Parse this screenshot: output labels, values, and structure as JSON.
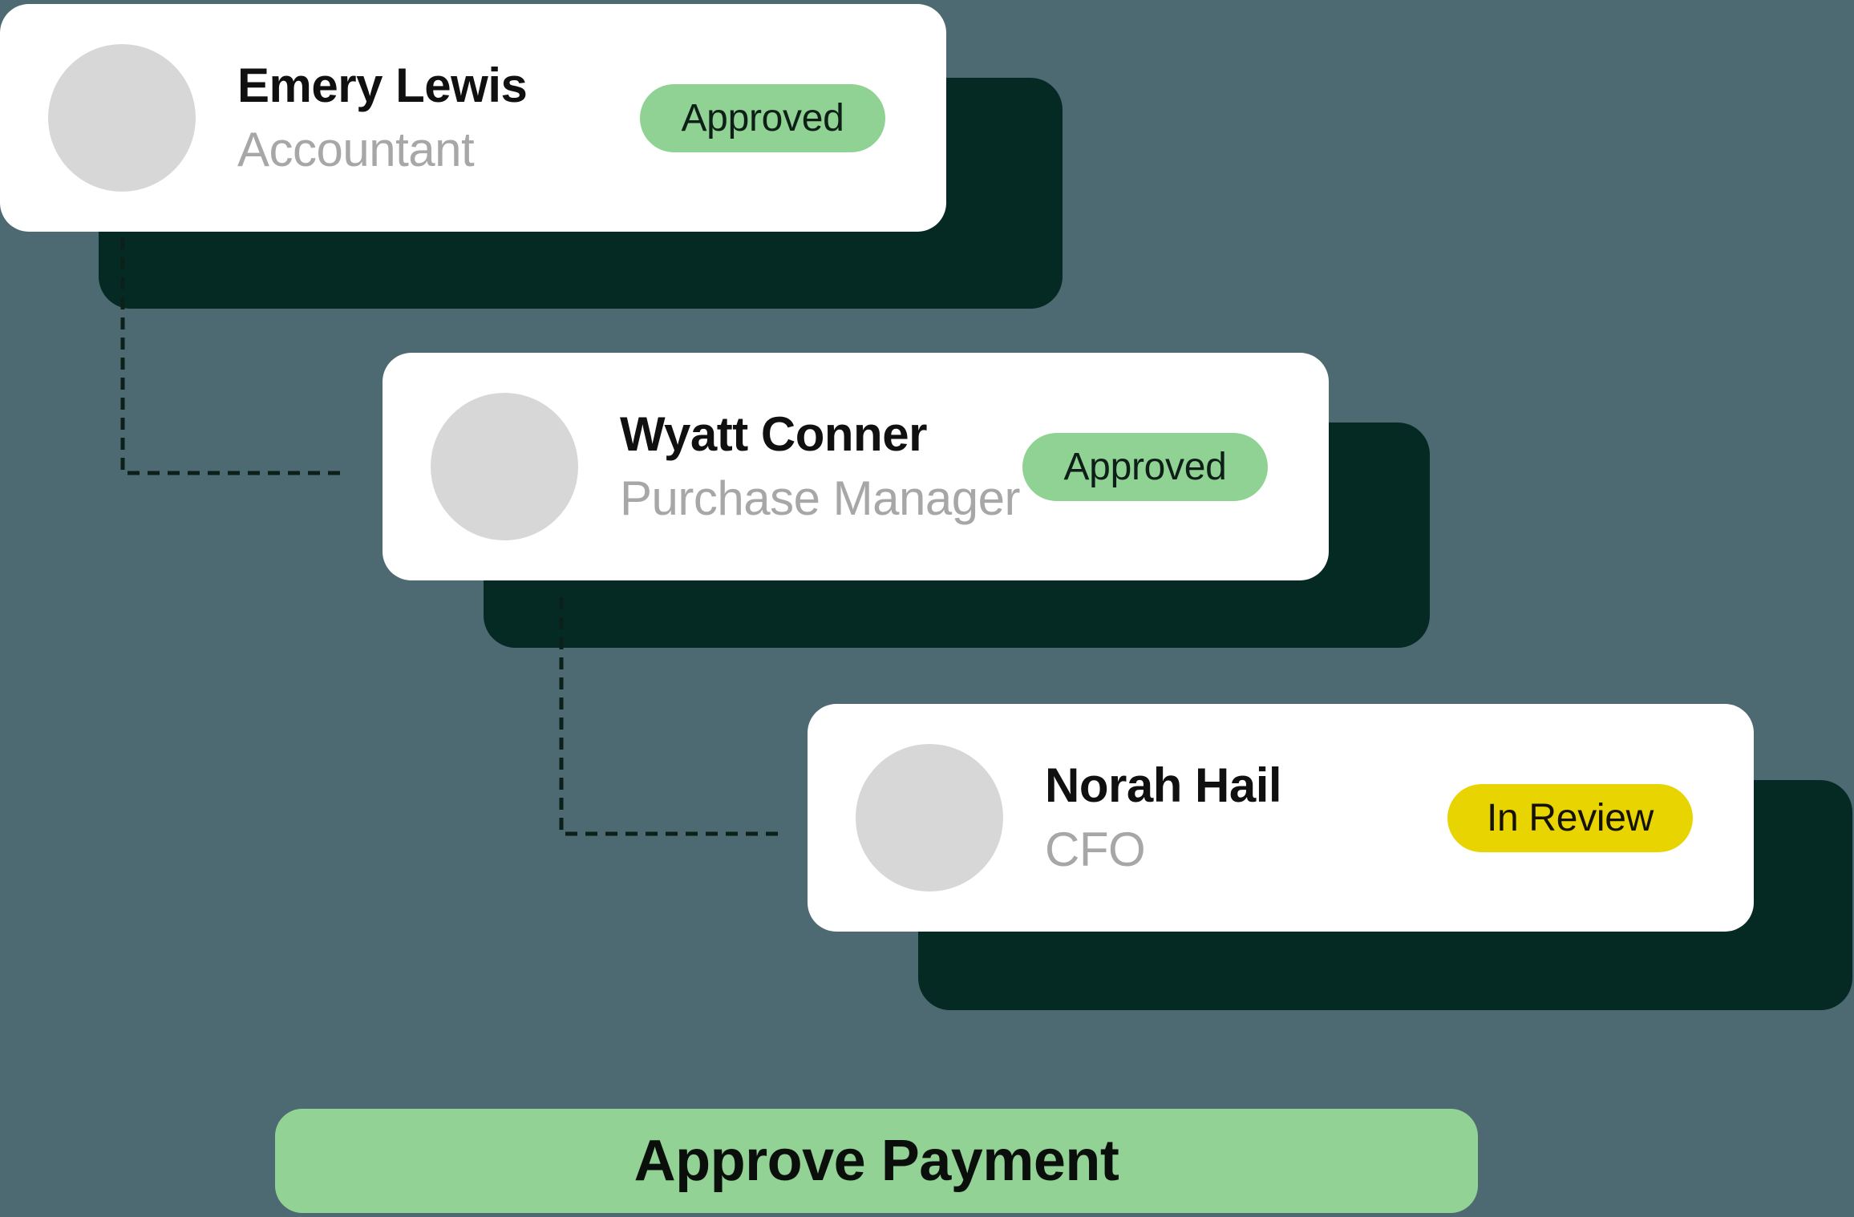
{
  "page": {
    "background_color": "#4d6971"
  },
  "workflow": {
    "steps": [
      {
        "name": "Emery Lewis",
        "role": "Accountant",
        "status": "Approved",
        "status_type": "approved"
      },
      {
        "name": "Wyatt Conner",
        "role": "Purchase Manager",
        "status": "Approved",
        "status_type": "approved"
      },
      {
        "name": "Norah Hail",
        "role": "CFO",
        "status": "In Review",
        "status_type": "in-review"
      }
    ]
  },
  "action": {
    "approve_button_label": "Approve Payment"
  },
  "colors": {
    "approved_badge": "#90d294",
    "in_review_badge": "#e8d400",
    "shadow_card": "#052a24",
    "button": "#92d295",
    "avatar": "#d7d7d7",
    "role_text": "#a7a7a7"
  }
}
